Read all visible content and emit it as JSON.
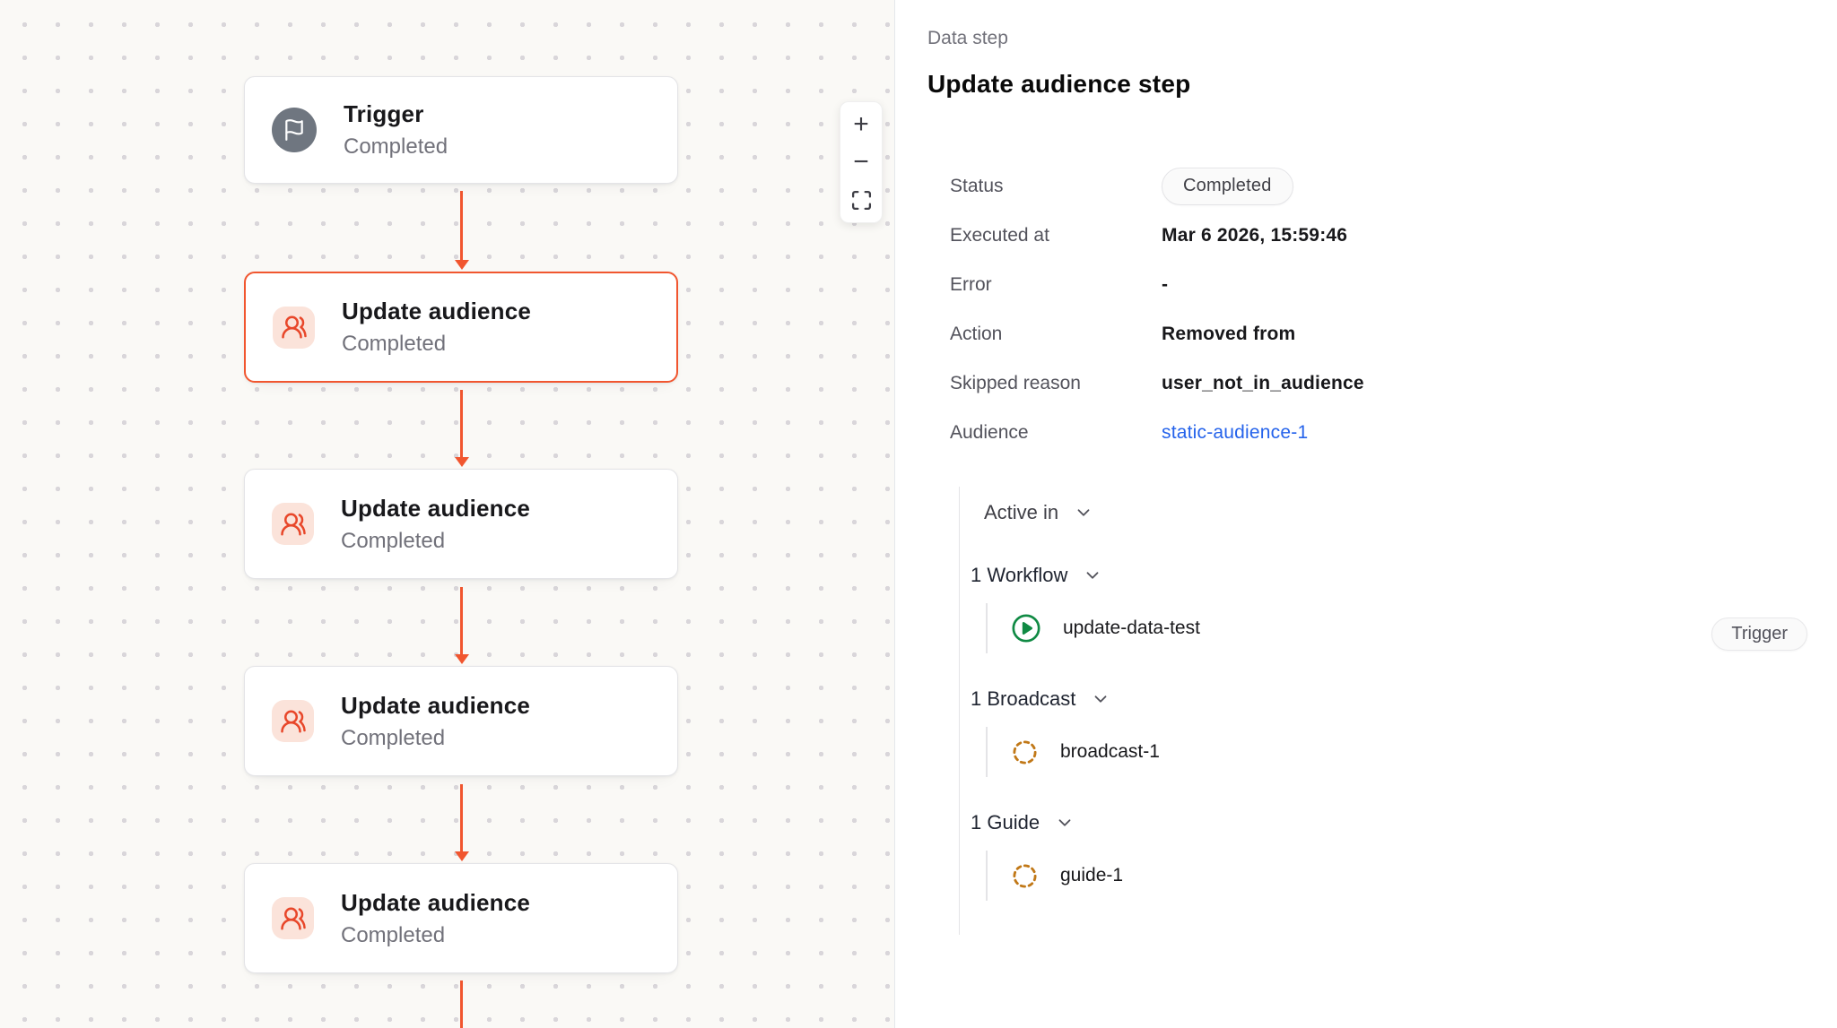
{
  "canvas": {
    "nodes": [
      {
        "id": "trigger",
        "title": "Trigger",
        "subtitle": "Completed",
        "icon": "flag-icon",
        "selected": false
      },
      {
        "id": "update-audience-1",
        "title": "Update audience",
        "subtitle": "Completed",
        "icon": "users-icon",
        "selected": true
      },
      {
        "id": "update-audience-2",
        "title": "Update audience",
        "subtitle": "Completed",
        "icon": "users-icon",
        "selected": false
      },
      {
        "id": "update-audience-3",
        "title": "Update audience",
        "subtitle": "Completed",
        "icon": "users-icon",
        "selected": false
      },
      {
        "id": "update-audience-4",
        "title": "Update audience",
        "subtitle": "Completed",
        "icon": "users-icon",
        "selected": false
      }
    ],
    "zoom_controls": {
      "zoom_in_glyph": "+",
      "zoom_out_glyph": "−",
      "fit_icon": "maximize-icon"
    }
  },
  "panel": {
    "eyebrow": "Data step",
    "title": "Update audience step",
    "fields": [
      {
        "label": "Status",
        "value": "Completed",
        "kind": "badge"
      },
      {
        "label": "Executed at",
        "value": "Mar 6 2026, 15:59:46",
        "kind": "text"
      },
      {
        "label": "Error",
        "value": "-",
        "kind": "text"
      },
      {
        "label": "Action",
        "value": "Removed from",
        "kind": "text"
      },
      {
        "label": "Skipped reason",
        "value": "user_not_in_audience",
        "kind": "text"
      },
      {
        "label": "Audience",
        "value": "static-audience-1",
        "kind": "link"
      }
    ],
    "active_in": {
      "label": "Active in",
      "groups": [
        {
          "label": "1 Workflow",
          "items": [
            {
              "name": "update-data-test",
              "icon": "circle-play-icon",
              "badge": "Trigger"
            }
          ]
        },
        {
          "label": "1 Broadcast",
          "items": [
            {
              "name": "broadcast-1",
              "icon": "dashed-circle-icon"
            }
          ]
        },
        {
          "label": "1 Guide",
          "items": [
            {
              "name": "guide-1",
              "icon": "dashed-circle-icon"
            }
          ]
        }
      ]
    }
  },
  "colors": {
    "accent_orange": "#F1562F",
    "icon_orange": "#E8472A",
    "peach_bg": "#FBE3DA",
    "trigger_gray": "#6F7680",
    "link_blue": "#2563EB",
    "workflow_green": "#108A44",
    "dashed_amber": "#C17817",
    "badge_bg": "#FAFAFA",
    "border_gray": "#E4E4E7"
  }
}
